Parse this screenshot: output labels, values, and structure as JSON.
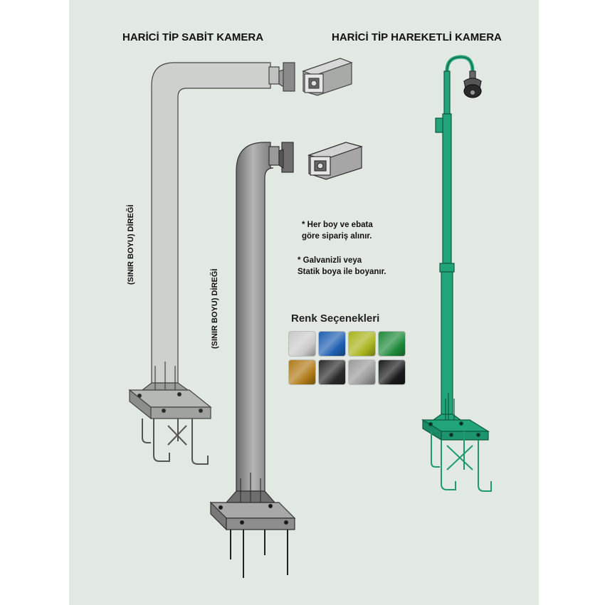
{
  "titles": {
    "fixed_camera": "HARİCİ TİP SABİT KAMERA",
    "moving_camera": "HARİCİ TİP HAREKETLİ KAMERA"
  },
  "pole_labels": {
    "back_pole": "(SINIR BOYU) DİREĞİ",
    "front_pole": "(SINIR BOYU) DİREĞİ"
  },
  "notes": {
    "note1": "* Her boy ve ebata\ngöre sipariş alınır.",
    "note2": "* Galvanizli veya\nStatik boya ile boyanır."
  },
  "color_options": {
    "title": "Renk Seçenekleri",
    "swatches": [
      {
        "name": "silver",
        "color": "#c9c9c9"
      },
      {
        "name": "blue",
        "color": "#1f5fb0"
      },
      {
        "name": "yellow-green",
        "color": "#a8b41c"
      },
      {
        "name": "green",
        "color": "#1f8a3a"
      },
      {
        "name": "gold",
        "color": "#b07a18"
      },
      {
        "name": "black",
        "color": "#2a2a2a"
      },
      {
        "name": "grey",
        "color": "#9a9a9a"
      },
      {
        "name": "dark",
        "color": "#1a1a1a"
      }
    ]
  },
  "colors": {
    "panel_bg": "#e2e8e2",
    "back_pole": "#cfd2cf",
    "front_pole": "#9a9a9a",
    "green_pole": "#22a47a"
  }
}
